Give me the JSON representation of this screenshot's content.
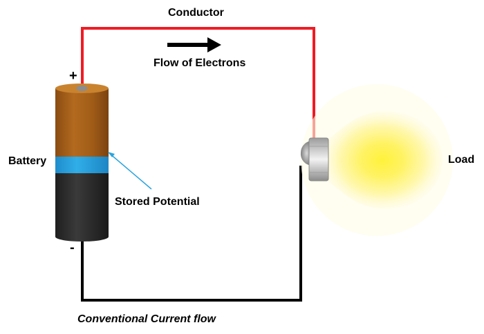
{
  "labels": {
    "conductor": "Conductor",
    "flow_of_electrons": "Flow of Electrons",
    "battery": "Battery",
    "stored_potential": "Stored Potential",
    "load": "Load",
    "conventional_current_flow": "Conventional Current flow",
    "positive_terminal": "+",
    "negative_terminal": "-"
  },
  "colors": {
    "positive_wire": "#ee1c24",
    "negative_wire": "#000000",
    "battery_top": "#a8611a",
    "battery_band": "#29a4e0",
    "battery_bottom": "#2e2e2e",
    "pointer_line": "#29a4e0",
    "bulb_glow": "#fff200"
  },
  "icons": {
    "flow_direction": "right-arrow-icon",
    "battery": "battery-icon",
    "load": "light-bulb-icon"
  }
}
